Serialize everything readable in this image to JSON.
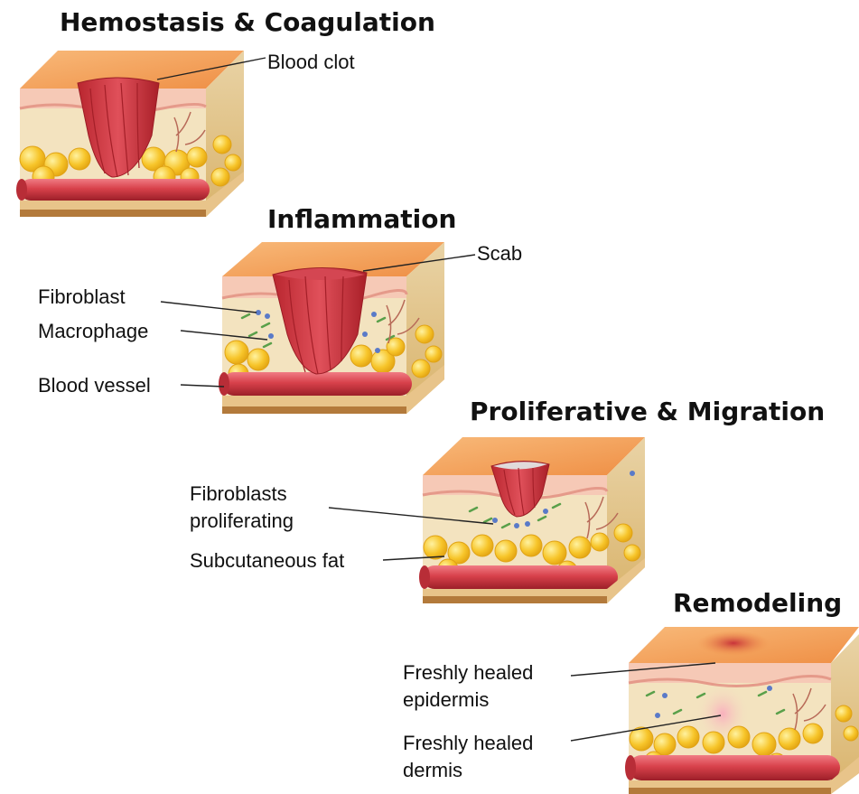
{
  "colors": {
    "skin_top": "#f4a660",
    "epidermis": "#f6c9b6",
    "dermis": "#f3e3bf",
    "fat": "#f7c52a",
    "vessel": "#d8414b",
    "clot": "#c8323a",
    "base": "#b37a3b"
  },
  "stages": [
    {
      "title": "Hemostasis & Coagulation",
      "labels": [
        "Blood clot"
      ]
    },
    {
      "title": "Inflammation",
      "labels": [
        "Scab",
        "Fibroblast",
        "Macrophage",
        "Blood vessel"
      ]
    },
    {
      "title": "Proliferative & Migration",
      "labels": [
        "Fibroblasts",
        "proliferating",
        "Subcutaneous fat"
      ]
    },
    {
      "title": "Remodeling",
      "labels": [
        "Freshly healed",
        "epidermis",
        "Freshly healed",
        "dermis"
      ]
    }
  ]
}
